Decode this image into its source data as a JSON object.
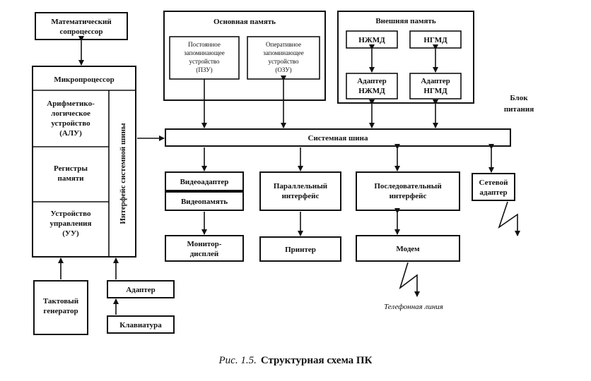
{
  "blocks": {
    "math_coprocessor": [
      "Математический",
      "сопроцессор"
    ],
    "microprocessor": "Микропроцессор",
    "alu": [
      "Арифметико-",
      "логическое",
      "устройство",
      "(АЛУ)"
    ],
    "registers": [
      "Регистры",
      "памяти"
    ],
    "control_unit": [
      "Устройство",
      "управления",
      "(УУ)"
    ],
    "bus_interface": "Интерфейс системной шины",
    "main_memory": "Основная память",
    "rom": [
      "Постоянное",
      "запоминающее",
      "устройство",
      "(ПЗУ)"
    ],
    "ram": [
      "Оперативное",
      "запоминающее",
      "устройство",
      "(ОЗУ)"
    ],
    "external_memory": "Внешняя память",
    "hdd": "НЖМД",
    "fdd": "НГМД",
    "hdd_adapter": [
      "Адаптер",
      "НЖМД"
    ],
    "fdd_adapter": [
      "Адаптер",
      "НГМД"
    ],
    "power_supply": [
      "Блок",
      "питания"
    ],
    "system_bus": "Системная шина",
    "video_adapter": "Видеоадаптер",
    "video_memory": "Видеопамять",
    "parallel_interface": [
      "Параллельный",
      "интерфейс"
    ],
    "serial_interface": [
      "Последовательный",
      "интерфейс"
    ],
    "network_adapter": [
      "Сетевой",
      "адаптер"
    ],
    "monitor": [
      "Монитор-",
      "дисплей"
    ],
    "printer": "Принтер",
    "modem": "Модем",
    "phone_line": "Телефонная линия",
    "clock_generator": [
      "Тактовый",
      "генератор"
    ],
    "adapter": "Адаптер",
    "keyboard": "Клавиатура"
  },
  "caption": {
    "prefix": "Рис. 1.5.",
    "title": "Структурная схема ПК"
  }
}
